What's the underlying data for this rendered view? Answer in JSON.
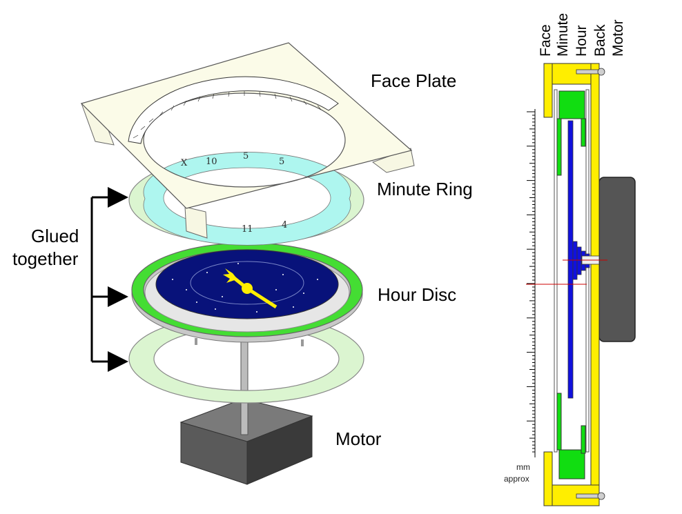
{
  "labels": {
    "face_plate": "Face Plate",
    "minute_ring": "Minute Ring",
    "hour_disc": "Hour Disc",
    "motor": "Motor",
    "glued_line1": "Glued",
    "glued_line2": "together"
  },
  "section_headers": [
    "Face",
    "Minute",
    "Hour",
    "Back",
    "Motor"
  ],
  "scale_units": {
    "line1": "mm",
    "line2": "approx"
  },
  "dial_numerals": [
    "X",
    "5",
    "10",
    "5",
    "11",
    "4"
  ],
  "colors": {
    "face_plate": "#fbfbe8",
    "minute_ring_light": "#dbf5d0",
    "minute_ring_band": "#aef6ef",
    "hour_disc": "#08127a",
    "green_ring": "#44dd33",
    "hands": "#ffee00",
    "motor": "#555555",
    "back_plate": "#ffee00",
    "minute_part": "#11dd11",
    "hour_part": "#1111dd",
    "guide_line": "#cc0000"
  }
}
